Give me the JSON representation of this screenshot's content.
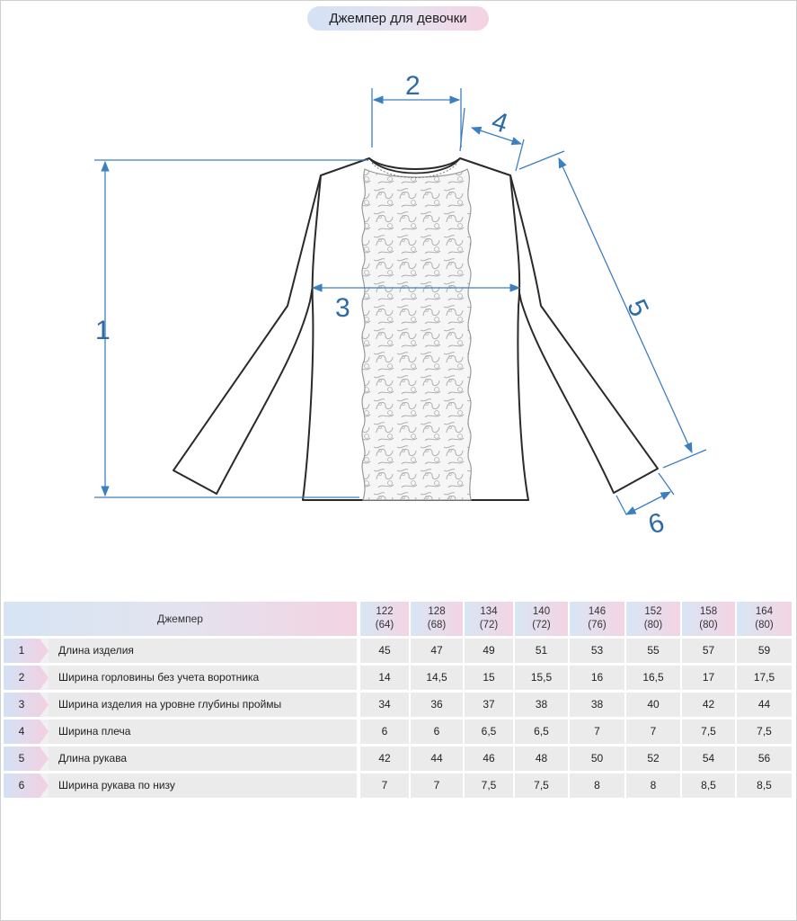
{
  "title": "Джемпер для девочки",
  "dimension_labels": [
    "1",
    "2",
    "3",
    "4",
    "5",
    "6"
  ],
  "table": {
    "header_label": "Джемпер",
    "sizes": [
      {
        "size": "122",
        "chest": "(64)"
      },
      {
        "size": "128",
        "chest": "(68)"
      },
      {
        "size": "134",
        "chest": "(72)"
      },
      {
        "size": "140",
        "chest": "(72)"
      },
      {
        "size": "146",
        "chest": "(76)"
      },
      {
        "size": "152",
        "chest": "(80)"
      },
      {
        "size": "158",
        "chest": "(80)"
      },
      {
        "size": "164",
        "chest": "(80)"
      }
    ],
    "rows": [
      {
        "num": "1",
        "label": "Длина изделия",
        "values": [
          "45",
          "47",
          "49",
          "51",
          "53",
          "55",
          "57",
          "59"
        ]
      },
      {
        "num": "2",
        "label": "Ширина горловины без учета воротника",
        "values": [
          "14",
          "14,5",
          "15",
          "15,5",
          "16",
          "16,5",
          "17",
          "17,5"
        ]
      },
      {
        "num": "3",
        "label": "Ширина изделия на уровне глубины проймы",
        "values": [
          "34",
          "36",
          "37",
          "38",
          "38",
          "40",
          "42",
          "44"
        ]
      },
      {
        "num": "4",
        "label": "Ширина плеча",
        "values": [
          "6",
          "6",
          "6,5",
          "6,5",
          "7",
          "7",
          "7,5",
          "7,5"
        ]
      },
      {
        "num": "5",
        "label": "Длина рукава",
        "values": [
          "42",
          "44",
          "46",
          "48",
          "50",
          "52",
          "54",
          "56"
        ]
      },
      {
        "num": "6",
        "label": "Ширина рукава по низу",
        "values": [
          "7",
          "7",
          "7,5",
          "7,5",
          "8",
          "8",
          "8,5",
          "8,5"
        ]
      }
    ]
  },
  "colors": {
    "dimension_line": "#3c7fc0",
    "garment_outline": "#2a2a2a",
    "row_bg": "#ebebeb"
  }
}
